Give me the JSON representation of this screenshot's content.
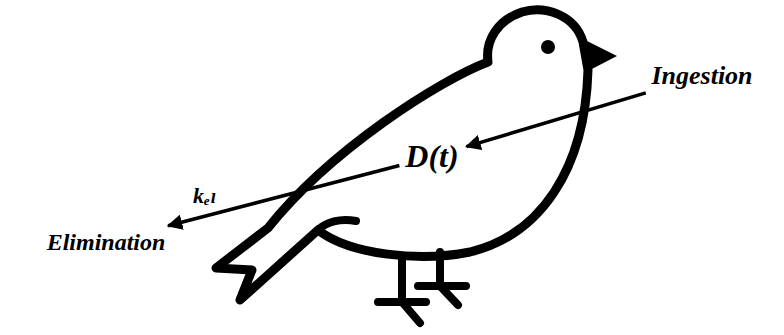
{
  "diagram": {
    "nodes": [
      {
        "text": [
          "Ingestion"
        ]
      },
      {
        "text": [
          "D(t)"
        ]
      },
      {
        "text": [
          "Elimination"
        ]
      }
    ],
    "edges": [
      {
        "from": 0,
        "to": 1,
        "arrow": "to"
      },
      {
        "from": 1,
        "to": 2,
        "arrow": "to",
        "label": "kₑₗ"
      }
    ]
  }
}
